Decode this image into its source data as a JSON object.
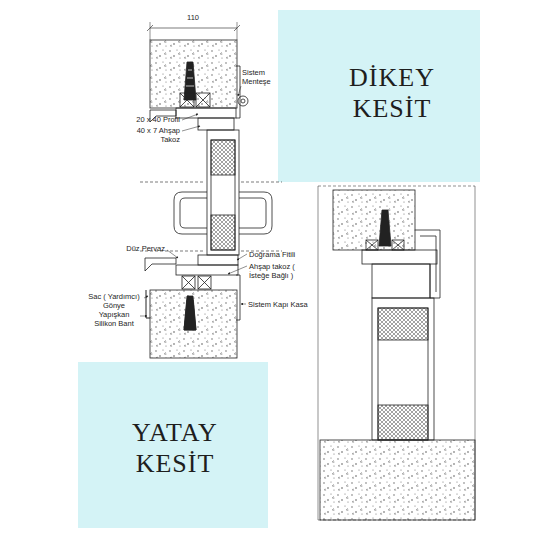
{
  "diagram": {
    "nodes": [
      {
        "text": [
          "DİKEY KESİT"
        ]
      },
      {
        "text": [
          "YATAY KESİT"
        ]
      }
    ],
    "labels": [
      "110",
      "Sistem Menteşe",
      "20 x 40 Profil",
      "40 x 7 Ahşap Takoz",
      "Düz Pervaz",
      "Doğrama Fitili",
      "Ahşap takoz ( İsteğe Bağlı )",
      "Sac ( Yardımcı) Gönye",
      "Yapışkan Silikon Bant",
      "Sistem Kapı Kasa"
    ]
  }
}
